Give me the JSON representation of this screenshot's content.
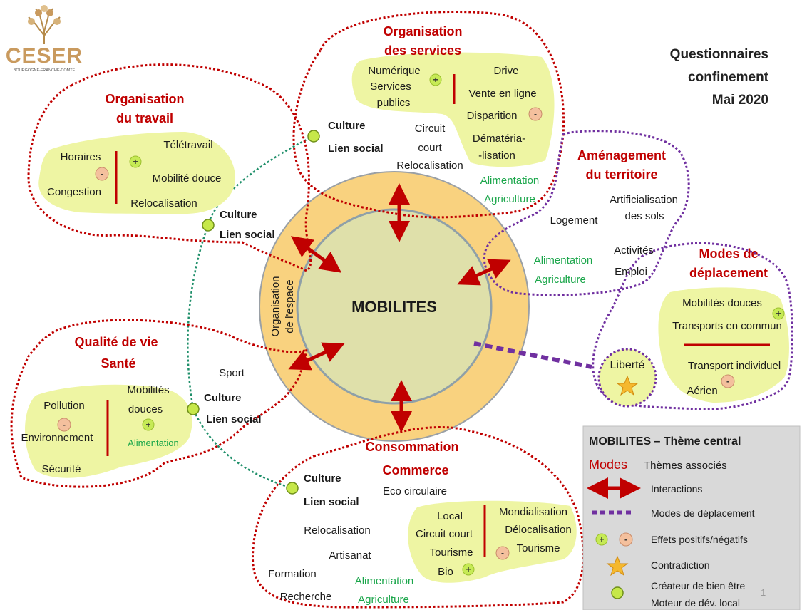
{
  "logo": {
    "name": "CESER",
    "subtitle": "BOURGOGNE-FRANCHE-COMTÉ"
  },
  "page_title": [
    "Questionnaires",
    "confinement",
    "Mai 2020"
  ],
  "center": {
    "label": "MOBILITES",
    "ring_label": [
      "Organisation",
      "de l'espace"
    ]
  },
  "culture": [
    "Culture",
    "Lien social"
  ],
  "themes": {
    "services": {
      "title": [
        "Organisation",
        "des services"
      ],
      "positive": [
        "Numérique",
        "Services",
        "publics"
      ],
      "negative": [
        "Drive",
        "Vente en ligne",
        "Disparition",
        "Dématéria-",
        "-lisation"
      ],
      "extra": [
        "Circuit",
        "court",
        "Relocalisation"
      ],
      "green": [
        "Alimentation",
        "Agriculture"
      ]
    },
    "travail": {
      "title": [
        "Organisation",
        "du travail"
      ],
      "left": [
        "Horaires",
        "Congestion"
      ],
      "right": [
        "Télétravail",
        "Mobilité douce",
        "Relocalisation"
      ]
    },
    "amenagement": {
      "title": [
        "Aménagement",
        "du territoire"
      ],
      "items": [
        "Artificialisation",
        "des sols",
        "Logement",
        "Activités",
        "Emploi"
      ],
      "green": [
        "Alimentation",
        "Agriculture"
      ]
    },
    "modes": {
      "title": [
        "Modes de",
        "déplacement"
      ],
      "items": [
        "Mobilités douces",
        "Transports  en commun",
        "Transport  individuel",
        "Aérien"
      ],
      "liberte": "Liberté"
    },
    "qualite": {
      "title": [
        "Qualité de vie",
        "Santé"
      ],
      "left": [
        "Pollution",
        "Environnement",
        "Sécurité"
      ],
      "right": [
        "Mobilités",
        "douces",
        "Alimentation"
      ],
      "sport": "Sport"
    },
    "consommation": {
      "title": [
        "Consommation",
        "Commerce"
      ],
      "items": [
        "Eco circulaire",
        "Relocalisation",
        "Artisanat",
        "Formation",
        "Recherche"
      ],
      "green": [
        "Alimentation",
        "Agriculture"
      ],
      "left": [
        "Local",
        "Circuit court",
        "Tourisme",
        "Bio"
      ],
      "right": [
        "Mondialisation",
        "Délocalisation",
        "Tourisme"
      ]
    }
  },
  "legend": {
    "title": "MOBILITES – Thème central",
    "modes_word": "Modes",
    "modes_desc": "Thèmes associés",
    "items": [
      "Interactions",
      "Modes de déplacement",
      "Effets positifs/négatifs",
      "Contradiction",
      "Créateur de bien être",
      "Moteur de dév. local"
    ]
  },
  "symbols": {
    "plus": "+",
    "minus": "-"
  },
  "page_number": "1",
  "colors": {
    "red": "#c00000",
    "purple": "#7030a0",
    "green": "#1aa64a",
    "blob": "#eef5a3",
    "ring": "#f9d27f",
    "core": "#dfe0aa"
  }
}
